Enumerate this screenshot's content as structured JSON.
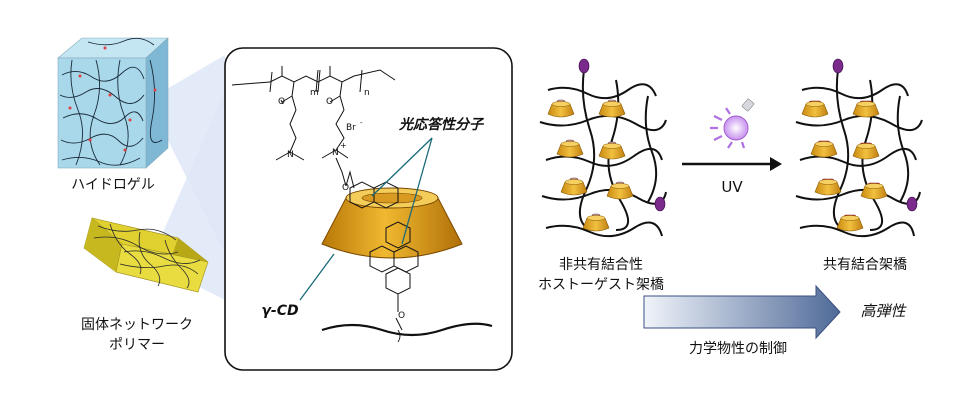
{
  "labels": {
    "hydrogel": "ハイドロゲル",
    "solid_network_line1": "固体ネットワーク",
    "solid_network_line2": "ポリマー",
    "photoresponsive_molecule": "光応答性分子",
    "gamma_cd": "γ-CD",
    "noncovalent_line1": "非共有結合性",
    "noncovalent_line2": "ホストーゲスト架橋",
    "uv": "UV",
    "covalent": "共有結合架橋",
    "mechanical_control": "力学物性の制御",
    "high_elasticity": "高弾性"
  },
  "chem": {
    "m": "m",
    "n": "n",
    "br": "Br",
    "br_charge": "-",
    "n_plus": "N",
    "plus": "+",
    "n_amine": "N",
    "o": "O"
  },
  "icons": {
    "lightbulb": "uv-lightbulb-icon"
  },
  "colors": {
    "hydrogel_blue": "#a8d8ea",
    "solid_yellow": "#e8dc40",
    "cd_gold": "#e8a018",
    "guest_purple": "#7a2a8a",
    "guest_red": "#d8383a",
    "bulb_purple": "#b070e0",
    "arrow_gradient_start": "#e8eef8",
    "arrow_gradient_end": "#5a74a0"
  }
}
